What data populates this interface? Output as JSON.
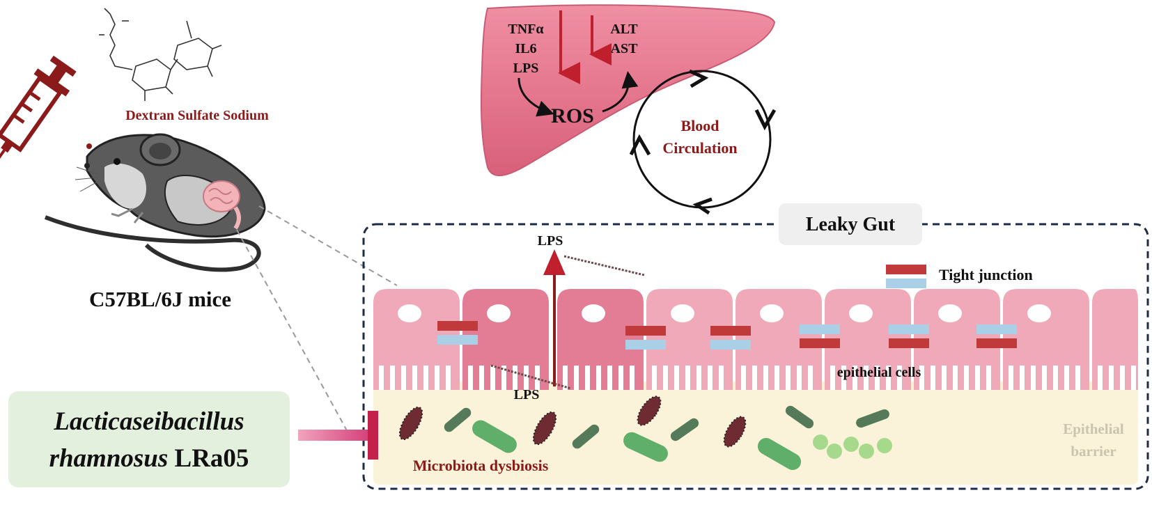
{
  "chemical": {
    "name": "Dextran Sulfate Sodium"
  },
  "mouse": {
    "label": "C57BL/6J mice"
  },
  "probiotic": {
    "line1": "Lacticaseibacillus",
    "line2_italic": "rhamnosus",
    "line2_strain": "LRa05"
  },
  "liver": {
    "left_markers": [
      "TNFα",
      "IL6",
      "LPS"
    ],
    "right_markers": [
      "ALT",
      "AST"
    ],
    "center": "ROS"
  },
  "circulation": {
    "line1": "Blood",
    "line2": "Circulation"
  },
  "gut": {
    "title": "Leaky Gut",
    "lps_top": "LPS",
    "lps_bottom": "LPS",
    "legend_tight_junction": "Tight junction",
    "epithelial_cells": "epithelial cells",
    "barrier_line1": "Epithelial",
    "barrier_line2": "barrier",
    "dysbiosis": "Microbiota dysbiosis"
  },
  "colors": {
    "dark_red": "#8b1a1a",
    "junction_red": "#c0393b",
    "junction_blue": "#a9d0e6",
    "cell_pink": "#f0a9b8",
    "lumen": "#fbf3d9",
    "probiotic_box": "#e3f0de",
    "liver": "#e8738a"
  }
}
